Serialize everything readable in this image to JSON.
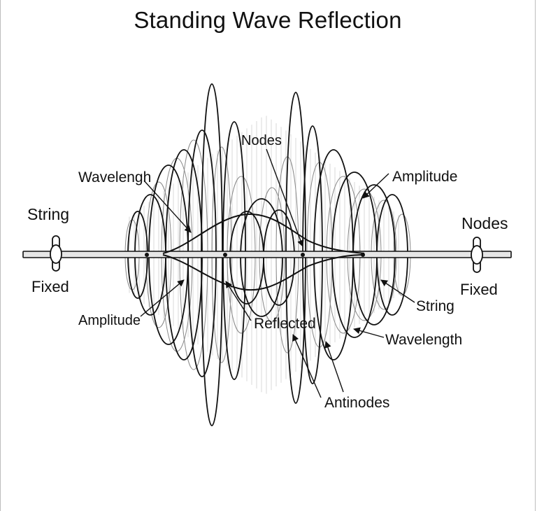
{
  "title": "Standing Wave Reflection",
  "labels": {
    "nodes_top": "Nodes",
    "wavelength_typo": "Wavelengh",
    "amplitude_top_right": "Amplitude",
    "string_left": "String",
    "fixed_left": "Fixed",
    "nodes_right": "Nodes",
    "fixed_right": "Fixed",
    "string_right": "String",
    "amplitude_bottom_left": "Amplitude",
    "reflected": "Reflected",
    "wavelength_bottom": "Wavelength",
    "antinodes": "Antinodes"
  },
  "colors": {
    "ink": "#111111",
    "faint": "#8a8a8a",
    "rod_fill": "#e6e6e6"
  }
}
